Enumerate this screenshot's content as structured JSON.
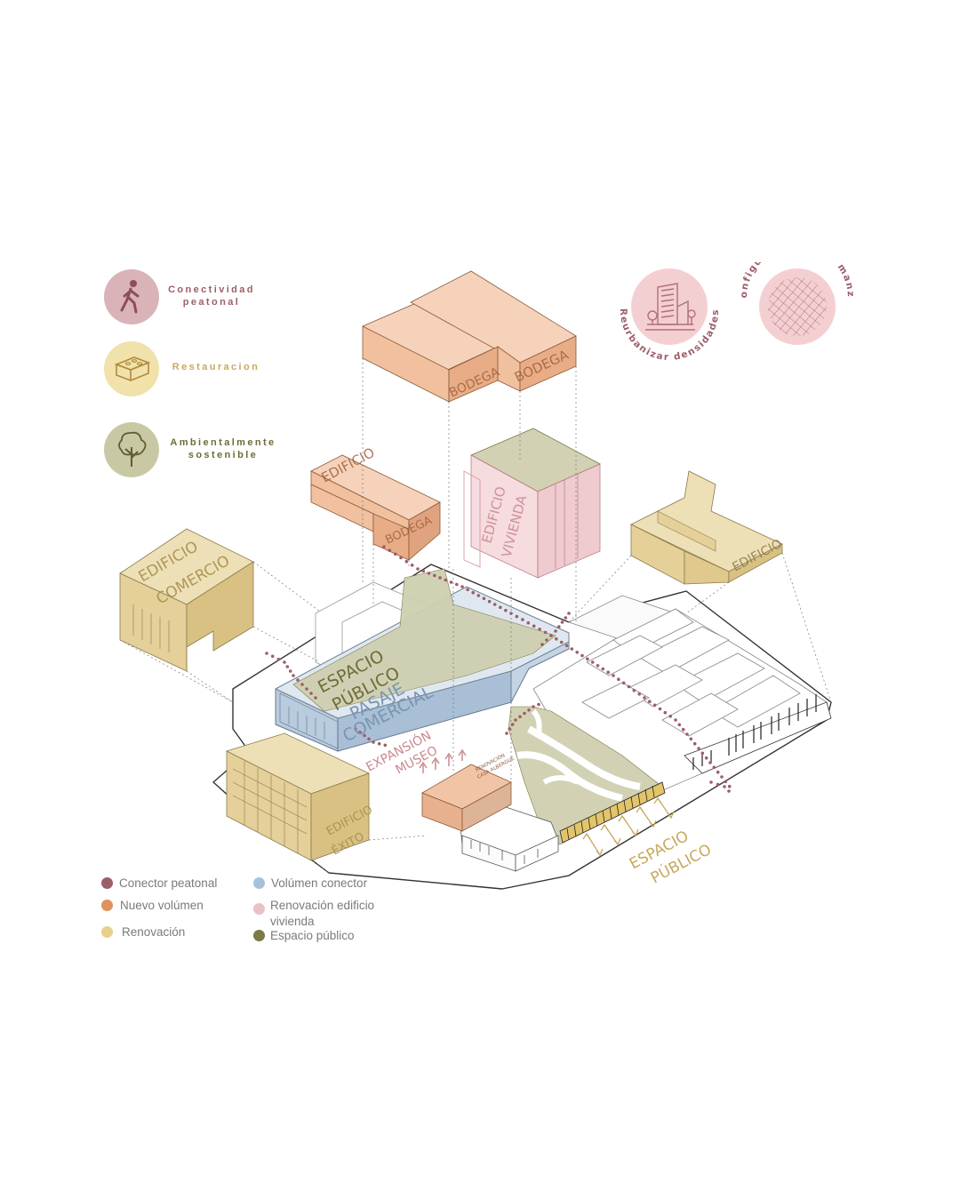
{
  "colors": {
    "pink": "#d9a8b0",
    "maroon": "#9c5e68",
    "orange": "#e8b08c",
    "orange_dark": "#c98a64",
    "yellow": "#e8d39a",
    "yellow_dark": "#c7a95e",
    "olive": "#cfcfb0",
    "olive_dark": "#7c7a44",
    "blue": "#a8bed4",
    "lightpink": "#f3cfd3"
  },
  "top_legend": [
    {
      "icon": "pedestrian-icon",
      "line1": "Conectividad",
      "line2": "peatonal"
    },
    {
      "icon": "brick-icon",
      "line1": "Restauracion",
      "line2": ""
    },
    {
      "icon": "tree-icon",
      "line1": "Ambientalmente",
      "line2": "sostenible"
    }
  ],
  "badges": [
    {
      "icon": "buildings-icon",
      "label": "Reurbanizar densidades"
    },
    {
      "icon": "grid-icon",
      "label": "Reconfiguración de la manzana"
    }
  ],
  "blocks": {
    "bodega_left": "BODEGA",
    "bodega_right": "BODEGA",
    "edificio_bodega_top": "EDIFICIO",
    "edificio_bodega_side": "BODEGA",
    "edificio_vivienda_1": "EDIFICIO",
    "edificio_vivienda_2": "VIVIENDA",
    "edificio_right": "EDIFICIO",
    "comercio_1": "EDIFICIO",
    "comercio_2": "COMERCIO",
    "espacio_1": "ESPACIO",
    "espacio_2": "PÚBLICO",
    "pasaje_1": "PASAJE",
    "pasaje_2": "COMERCIAL",
    "expansion_1": "EXPANSIÓN",
    "expansion_2": "MUSEO",
    "renovacion_1": "RENOVACIÓN",
    "renovacion_2": "CASA ALBERGUE",
    "exito_1": "EDIFICIO",
    "exito_2": "ÉXITO",
    "espacio_publico_1": "ESPACIO",
    "espacio_publico_2": "PÚBLICO"
  },
  "bottom_legend": [
    {
      "label": "Conector peatonal",
      "color": "#9c5e68"
    },
    {
      "label": "Nuevo volúmen",
      "color": "#e0915f"
    },
    {
      "label": "Renovación",
      "color": "#e8cf8c"
    },
    {
      "label": "Volúmen conector",
      "color": "#a8c0de"
    },
    {
      "label": "Renovación edificio",
      "label2": "vivienda",
      "color": "#e9c2c7"
    },
    {
      "label": "Espacio público",
      "color": "#7c7a44"
    }
  ]
}
